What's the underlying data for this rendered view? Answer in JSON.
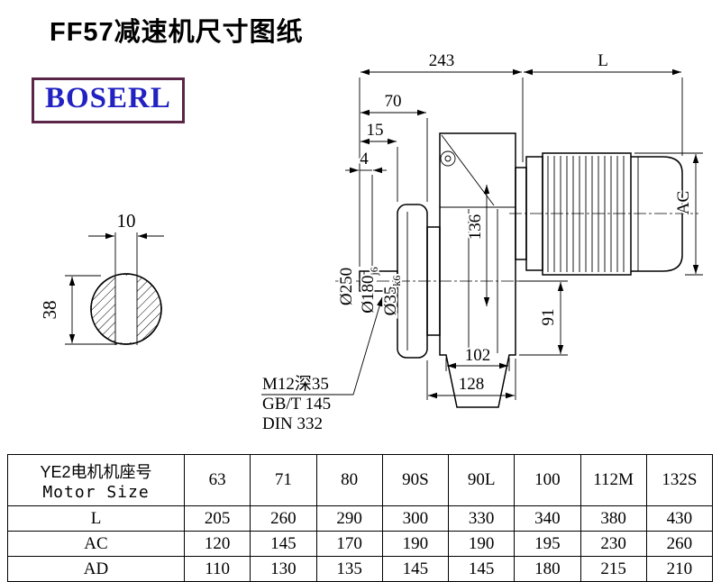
{
  "page": {
    "title": "FF57减速机尺寸图纸",
    "background": "#ffffff"
  },
  "brand": {
    "text": "BOSERL",
    "text_color": "#2222c2",
    "border_color": "#5a2547"
  },
  "drawing": {
    "dims": {
      "top_width": "243",
      "motor_length": "L",
      "flange_depth": "70",
      "shaft_step": "15",
      "gap": "4",
      "motor_diameter": "AC",
      "keyway_width": "10",
      "shaft_height": "38",
      "flange_od": "Ø250",
      "spigot_main": "Ø180",
      "spigot_tol": "j6",
      "shaft_main": "Ø35",
      "shaft_tol": "k6",
      "center_height": "136",
      "bottom_height": "91",
      "foot_width": "102",
      "base_width": "128"
    },
    "notes": {
      "tap": "M12深35",
      "std1": "GB/T 145",
      "std2": "DIN 332"
    }
  },
  "table": {
    "header": {
      "line1": "YE2电机机座号",
      "line2": "Motor Size"
    },
    "columns": [
      "63",
      "71",
      "80",
      "90S",
      "90L",
      "100",
      "112M",
      "132S"
    ],
    "rows": [
      {
        "label": "L",
        "values": [
          "205",
          "260",
          "290",
          "300",
          "330",
          "340",
          "380",
          "430"
        ]
      },
      {
        "label": "AC",
        "values": [
          "120",
          "145",
          "170",
          "190",
          "190",
          "195",
          "230",
          "260"
        ]
      },
      {
        "label": "AD",
        "values": [
          "110",
          "130",
          "135",
          "145",
          "145",
          "180",
          "215",
          "210"
        ]
      }
    ]
  }
}
